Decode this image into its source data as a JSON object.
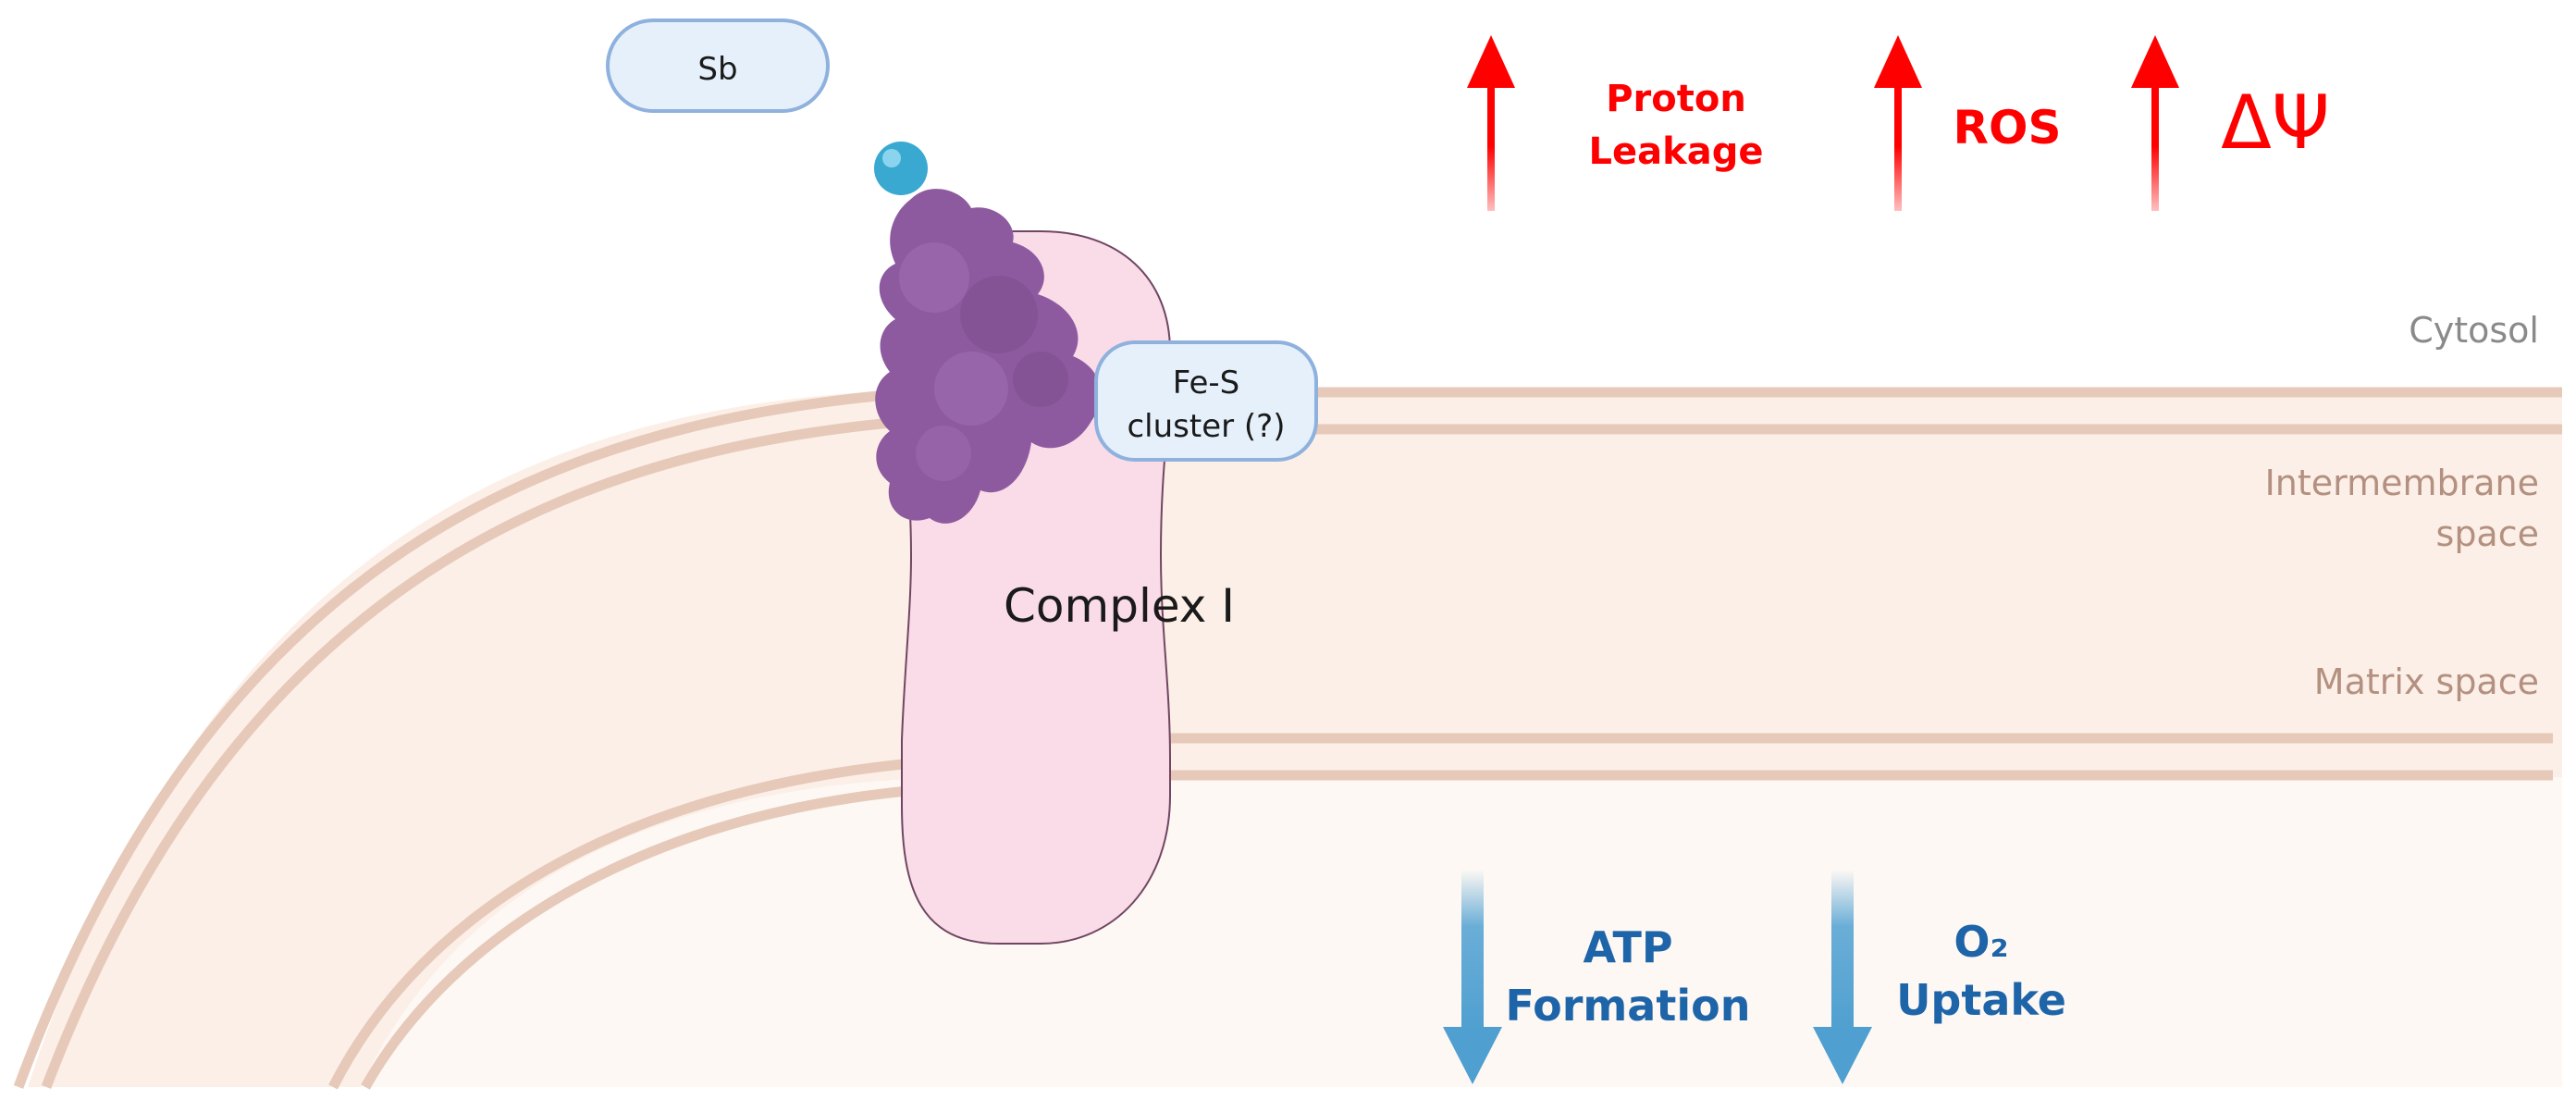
{
  "labels": {
    "sb": "Sb",
    "fe_s_line1": "Fe-S",
    "fe_s_line2": "cluster (?)",
    "complex": "Complex I",
    "cytosol": "Cytosol",
    "intermembrane_line1": "Intermembrane",
    "intermembrane_line2": "space",
    "matrix": "Matrix space",
    "proton_line1": "Proton",
    "proton_line2": "Leakage",
    "ros": "ROS",
    "delta_psi": "ΔΨ",
    "atp_line1": "ATP",
    "atp_line2": "Formation",
    "o2_line1": "O₂",
    "o2_line2": "Uptake"
  },
  "colors": {
    "membrane": "#e6c9b9",
    "ims_fill": "#fcefe7",
    "matrix_fill": "#fdf8f4",
    "complex_fill": "#fadbe8",
    "complex_stroke": "#704662",
    "pill_fill": "#e5f0fb",
    "pill_stroke": "#8fb1dd",
    "protein": "#8d5a9f",
    "ball": "#39a9d2",
    "up_arrow": "#ff0000",
    "down_arrow": "#5aa6d4",
    "region_cytosol": "#8a8a8a",
    "region_membrane": "#b39080",
    "text_dark": "#1a1a1a",
    "text_blue": "#1e64a8",
    "text_red": "#ff0000"
  },
  "icons": {
    "protein": "protein-blob-icon",
    "ball": "bound-molecule-icon",
    "up_arrow": "increase-arrow-icon",
    "down_arrow": "decrease-arrow-icon"
  }
}
